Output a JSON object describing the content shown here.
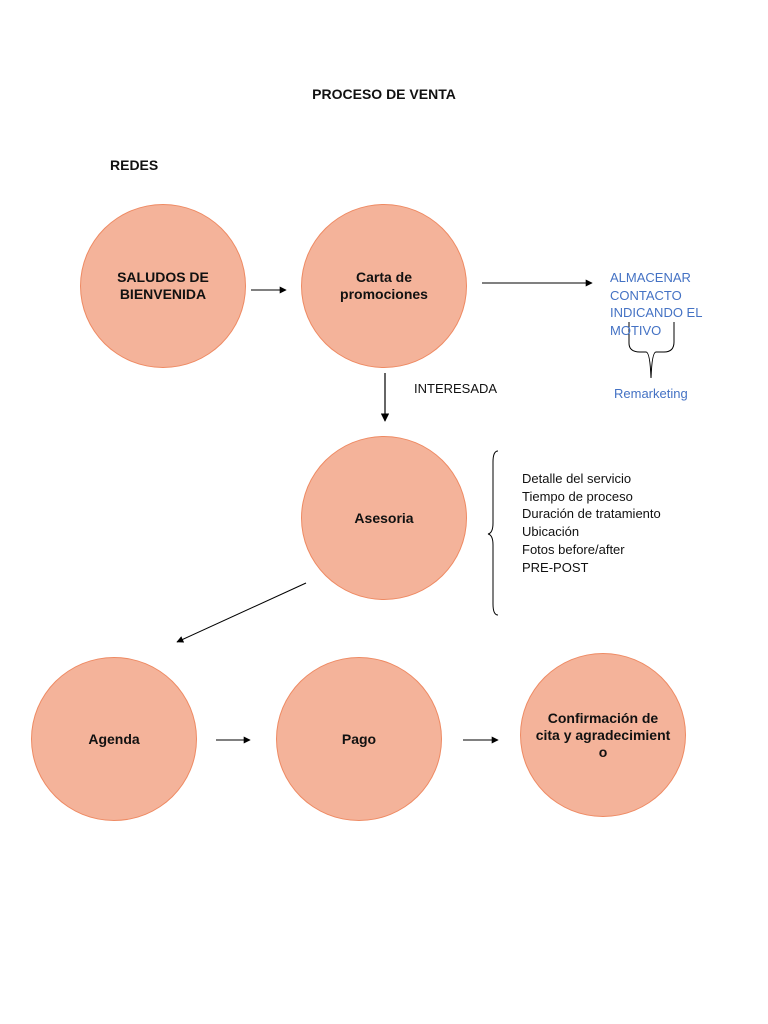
{
  "title": "PROCESO DE VENTA",
  "section_label": "REDES",
  "nodes": {
    "saludos": "SALUDOS DE BIENVENIDA",
    "carta": "Carta de promociones",
    "asesoria": "Asesoria",
    "agenda": "Agenda",
    "pago": "Pago",
    "confirmacion": "Confirmación de cita y agradecimient o"
  },
  "edge_labels": {
    "interesada": "INTERESADA"
  },
  "almacenar": [
    "ALMACENAR",
    "CONTACTO",
    "INDICANDO EL",
    "MOTIVO"
  ],
  "remarketing": "Remarketing",
  "asesoria_details": [
    "Detalle del servicio",
    "Tiempo de proceso",
    "Duración de tratamiento",
    "Ubicación",
    "Fotos before/after",
    "PRE-POST"
  ],
  "colors": {
    "node_fill": "#f4b39a",
    "node_border": "#ee8a63",
    "annotation_blue": "#4472c4"
  }
}
